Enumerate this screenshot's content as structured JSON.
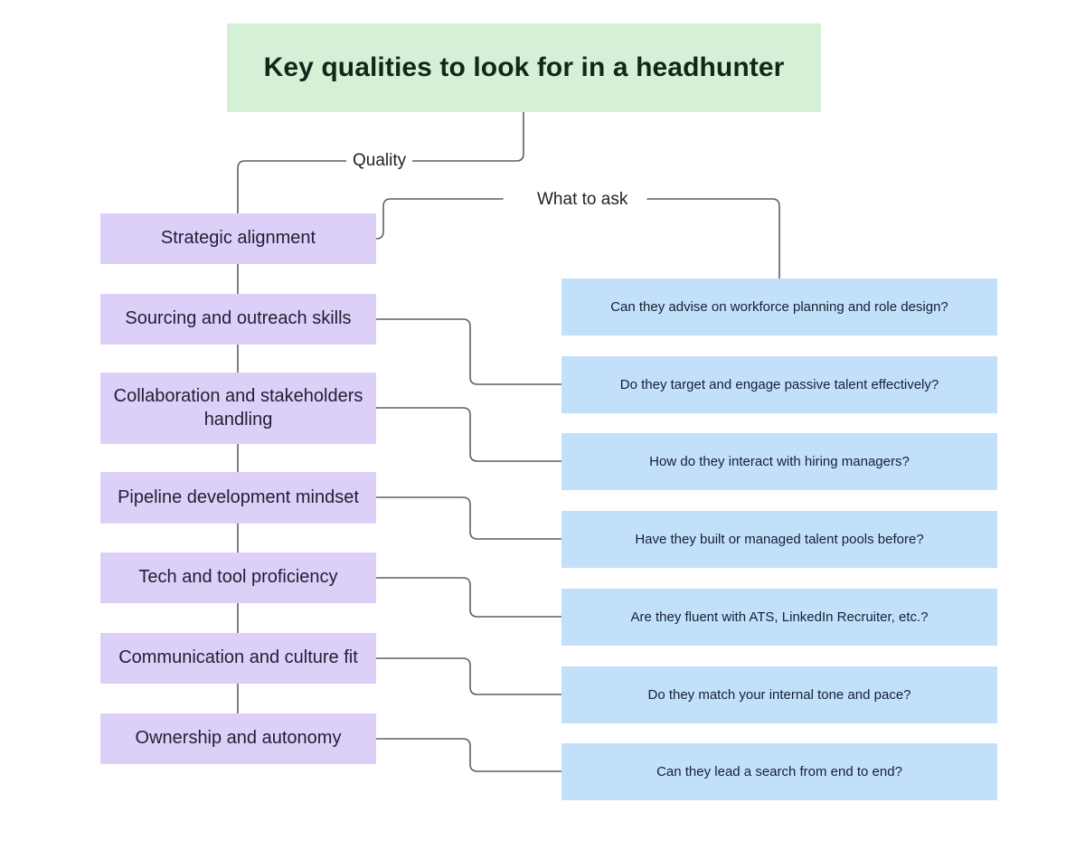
{
  "diagram": {
    "title": "Key qualities to look for in a headhunter",
    "background_color": "#ffffff",
    "edge_color": "#5f5f5f",
    "branch_labels": {
      "quality": "Quality",
      "what_to_ask": "What to ask"
    },
    "palette": {
      "title_fill": "#d4f0d6",
      "quality_fill": "#ddd0f8",
      "question_fill": "#c3e0fb",
      "text_dark": "#1f1f2e"
    },
    "qualities": [
      {
        "id": "q1",
        "label": "Strategic alignment"
      },
      {
        "id": "q2",
        "label": "Sourcing and outreach skills"
      },
      {
        "id": "q3",
        "label": "Collaboration and stakeholders handling"
      },
      {
        "id": "q4",
        "label": "Pipeline development mindset"
      },
      {
        "id": "q5",
        "label": "Tech and tool proficiency"
      },
      {
        "id": "q6",
        "label": "Communication and culture fit"
      },
      {
        "id": "q7",
        "label": "Ownership and autonomy"
      }
    ],
    "questions": [
      {
        "id": "a1",
        "label": "Can they advise on workforce planning and role design?"
      },
      {
        "id": "a2",
        "label": "Do they target and engage passive talent effectively?"
      },
      {
        "id": "a3",
        "label": "How do they interact with hiring managers?"
      },
      {
        "id": "a4",
        "label": "Have they built or managed talent pools before?"
      },
      {
        "id": "a5",
        "label": "Are they fluent with ATS, LinkedIn Recruiter, etc.?"
      },
      {
        "id": "a6",
        "label": "Do they match your internal tone and pace?"
      },
      {
        "id": "a7",
        "label": "Can they lead a search from end to end?"
      }
    ]
  }
}
